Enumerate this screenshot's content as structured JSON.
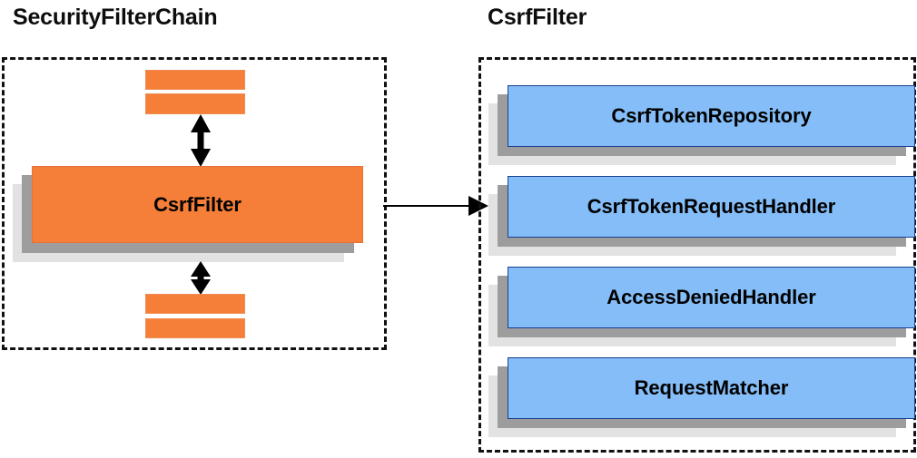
{
  "diagram": {
    "title_left": "SecurityFilterChain",
    "title_right": "CsrfFilter",
    "panels": [
      {
        "name": "security-filter-chain",
        "title": "SecurityFilterChain",
        "border_style": "dashed",
        "border_color": "#111111",
        "nodes": [
          {
            "name": "filter-bar-top-1",
            "label": "",
            "color": "#f57f38",
            "shape": "bar"
          },
          {
            "name": "filter-bar-top-2",
            "label": "",
            "color": "#f57f38",
            "shape": "bar"
          },
          {
            "name": "csrf-filter",
            "label": "CsrfFilter",
            "color": "#f57f38",
            "shape": "stacked-box"
          },
          {
            "name": "filter-bar-bottom-1",
            "label": "",
            "color": "#f57f38",
            "shape": "bar"
          },
          {
            "name": "filter-bar-bottom-2",
            "label": "",
            "color": "#f57f38",
            "shape": "bar"
          }
        ],
        "connectors": [
          {
            "name": "arrow-up",
            "type": "double-headed-vertical"
          },
          {
            "name": "arrow-down",
            "type": "double-headed-vertical"
          }
        ]
      },
      {
        "name": "csrf-filter-detail",
        "title": "CsrfFilter",
        "border_style": "dashed",
        "border_color": "#111111",
        "nodes": [
          {
            "name": "csrf-token-repository",
            "label": "CsrfTokenRepository",
            "color": "#84bdf7",
            "shape": "stacked-box"
          },
          {
            "name": "csrf-token-request-handler",
            "label": "CsrfTokenRequestHandler",
            "color": "#84bdf7",
            "shape": "stacked-box"
          },
          {
            "name": "access-denied-handler",
            "label": "AccessDeniedHandler",
            "color": "#84bdf7",
            "shape": "stacked-box"
          },
          {
            "name": "request-matcher",
            "label": "RequestMatcher",
            "color": "#84bdf7",
            "shape": "stacked-box"
          }
        ]
      }
    ],
    "connector_between_panels": {
      "name": "csrf-filter-to-detail-arrow",
      "type": "single-headed-horizontal",
      "from": "CsrfFilter",
      "to": "CsrfFilter detail panel",
      "label": ""
    },
    "colors": {
      "orange_face": "#f57f38",
      "orange_border": "#f08b50",
      "blue_face": "#84bdf7",
      "blue_border": "#1b3f92",
      "shadow_mid": "#9d9d9d",
      "shadow_back": "#e2e2e2",
      "stroke": "#111111",
      "text": "#000000",
      "background": "#ffffff"
    }
  }
}
